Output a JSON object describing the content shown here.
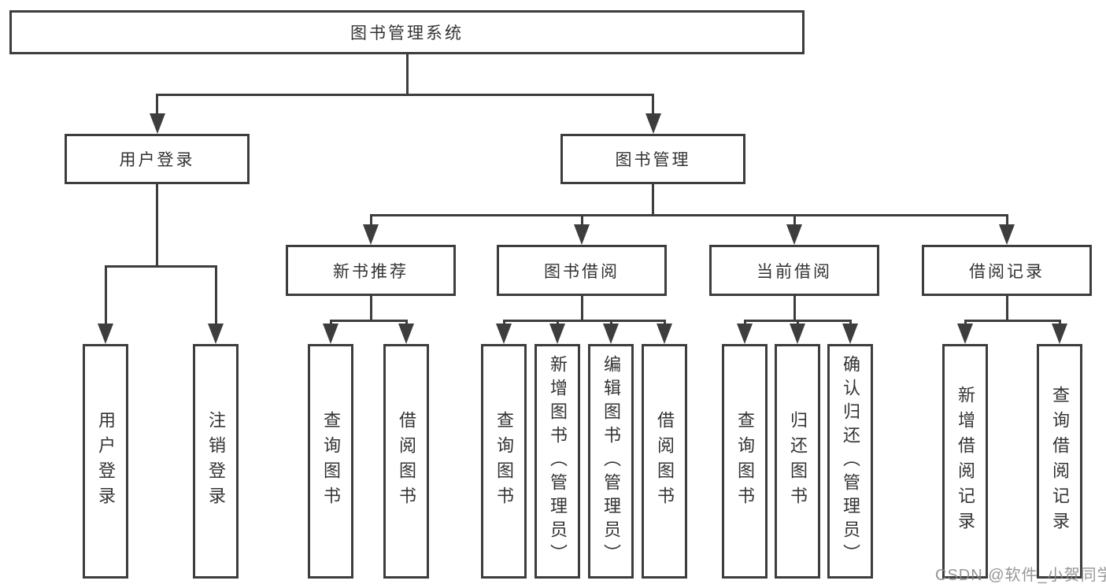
{
  "diagram_type": "hierarchy-tree",
  "tree": {
    "label": "图书管理系统",
    "children": [
      {
        "label": "用户登录",
        "children": [
          {
            "label": "用户登录"
          },
          {
            "label": "注销登录"
          }
        ]
      },
      {
        "label": "图书管理",
        "children": [
          {
            "label": "新书推荐",
            "children": [
              {
                "label": "查询图书"
              },
              {
                "label": "借阅图书"
              }
            ]
          },
          {
            "label": "图书借阅",
            "children": [
              {
                "label": "查询图书"
              },
              {
                "label": "新增图书（管理员）"
              },
              {
                "label": "编辑图书（管理员）"
              },
              {
                "label": "借阅图书"
              }
            ]
          },
          {
            "label": "当前借阅",
            "children": [
              {
                "label": "查询图书"
              },
              {
                "label": "归还图书"
              },
              {
                "label": "确认归还（管理员）"
              }
            ]
          },
          {
            "label": "借阅记录",
            "children": [
              {
                "label": "新增借阅记录"
              },
              {
                "label": "查询借阅记录"
              }
            ]
          }
        ]
      }
    ]
  },
  "watermark": {
    "text": "CSDN @软件_小贺同学"
  },
  "colors": {
    "line": "#3d3d3d",
    "box_border": "#3d3d3d",
    "text": "#333333",
    "watermark": "#878787",
    "background": "#ffffff"
  }
}
